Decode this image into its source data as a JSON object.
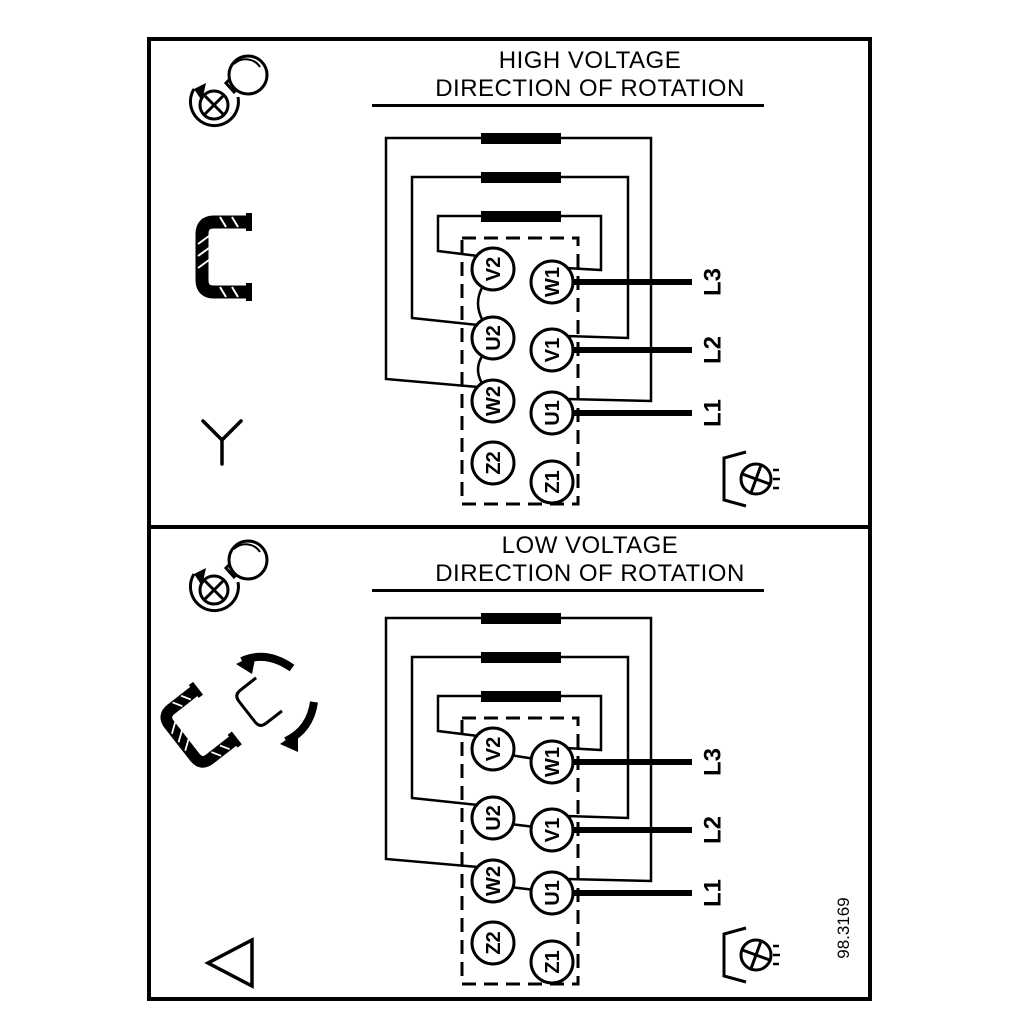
{
  "figure": {
    "number": "98.3169"
  },
  "panels": [
    {
      "title_line1": "HIGH VOLTAGE",
      "title_line2": "DIRECTION OF ROTATION",
      "connection": "star",
      "terminals_left": [
        "V2",
        "U2",
        "W2",
        "Z2"
      ],
      "terminals_right": [
        "W1",
        "V1",
        "U1",
        "Z1"
      ],
      "line_labels": [
        "L3",
        "L2",
        "L1"
      ]
    },
    {
      "title_line1": "LOW VOLTAGE",
      "title_line2": "DIRECTION OF ROTATION",
      "connection": "delta",
      "terminals_left": [
        "V2",
        "U2",
        "W2",
        "Z2"
      ],
      "terminals_right": [
        "W1",
        "V1",
        "U1",
        "Z1"
      ],
      "line_labels": [
        "L3",
        "L2",
        "L1"
      ]
    }
  ],
  "colors": {
    "ink": "#000000",
    "paper": "#ffffff"
  }
}
